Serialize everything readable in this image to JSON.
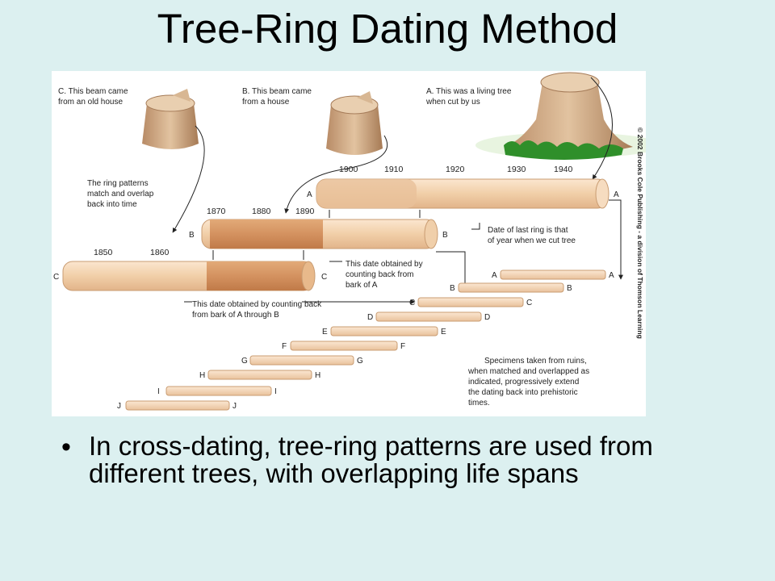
{
  "title": "Tree-Ring Dating Method",
  "figure": {
    "source_labels": {
      "c": [
        "C. This beam came",
        "from an old house"
      ],
      "b": [
        "B. This beam came",
        "from a house"
      ],
      "a": [
        "A. This was a living tree",
        "when cut by us"
      ]
    },
    "note_match": [
      "The ring patterns",
      "match and overlap",
      "back into time"
    ],
    "note_last_ring": [
      "Date of last ring is that",
      "of year when we cut tree"
    ],
    "note_count_a": [
      "This date obtained by",
      "counting back from",
      "bark of A"
    ],
    "note_count_ab": [
      "This date obtained by counting back",
      "from bark of A through B"
    ],
    "note_ruins": [
      "Specimens taken from ruins,",
      "when matched and overlapped as",
      "indicated, progressively extend",
      "the dating back into prehistoric",
      "times."
    ],
    "years_a": [
      "1900",
      "1910",
      "1920",
      "1930",
      "1940"
    ],
    "years_b": [
      "1870",
      "1880",
      "1890"
    ],
    "years_c": [
      "1850",
      "1860"
    ],
    "letters": [
      "A",
      "B",
      "C",
      "D",
      "E",
      "F",
      "G",
      "H",
      "I",
      "J"
    ],
    "credit": "© 2002 Brooks Cole Publishing - a division of Thomson Learning"
  },
  "bullet": "In cross-dating, tree-ring patterns are used from different trees, with overlapping life spans"
}
